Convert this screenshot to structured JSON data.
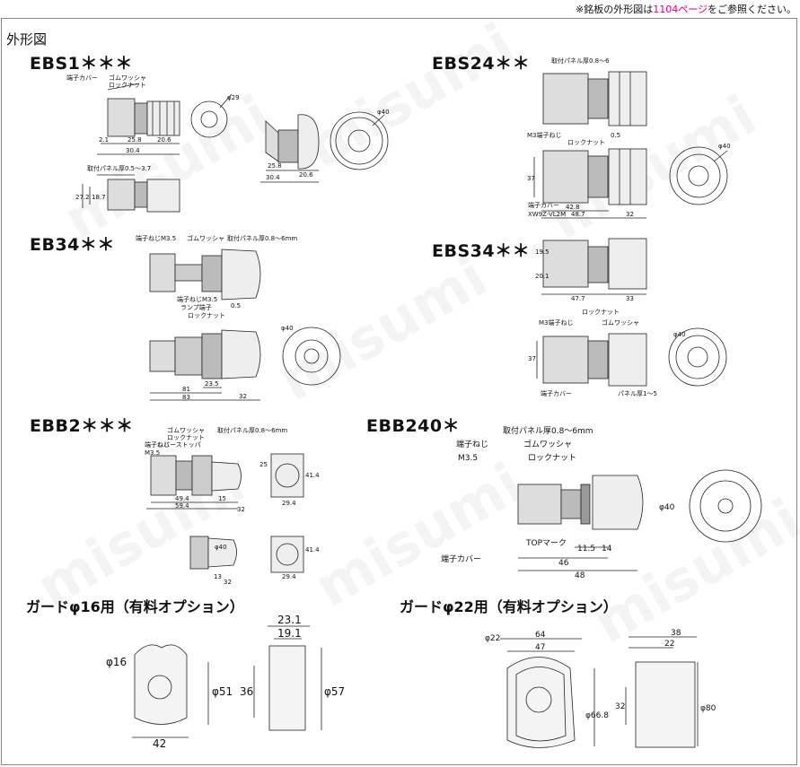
{
  "note": {
    "prefix": "※銘板の外形図は",
    "link": "1104ページ",
    "suffix": "をご参照ください。"
  },
  "section_title": "外形図",
  "models": {
    "ebs1": "EBS1＊＊＊",
    "ebs24": "EBS24＊＊",
    "eb34": "EB34＊＊",
    "ebs34": "EBS34＊＊",
    "ebb2": "EBB2＊＊＊",
    "ebb240": "EBB240＊"
  },
  "guards": {
    "g16": "ガードφ16用（有料オプション）",
    "g22": "ガードφ22用（有料オプション）"
  },
  "labels": {
    "terminal_cover": "端子カバー",
    "rubber_washer": "ゴムワッシャ",
    "lock_nut": "ロックナット",
    "panel": "取付パネル厚0.5～3.7",
    "panel24": "取付パネル厚0.8～6",
    "terminal_screw_m35": "端子ねじM3.5",
    "terminal_screw_m3": "M3端子ねじ",
    "panel_6mm": "取付パネル厚0.8～6mm",
    "lamp_terminal": "ランプ端子",
    "terminal_m35_2": "端子ねじM3.5",
    "xw_cover": "XW9Z-VL2M",
    "panel_thickness": "パネル厚1～5",
    "terminal_screw": "端子ねじ",
    "m35": "M3.5",
    "top_mark": "TOPマーク",
    "lever_stopper": "レバーストッパ"
  },
  "dims": {
    "ebs1": [
      "2.1",
      "25.8",
      "20.6",
      "30.4",
      "27.2",
      "18.7",
      "φ29",
      "25.8",
      "20.6",
      "30.4",
      "φ40"
    ],
    "ebs24": [
      "0.5",
      "37",
      "42.8",
      "48.7",
      "32",
      "φ40"
    ],
    "eb34": [
      "0.5",
      "23.5",
      "32",
      "81",
      "83",
      "φ40"
    ],
    "ebs34": [
      "19.5",
      "20.1",
      "47.7",
      "33",
      "37",
      "φ40"
    ],
    "ebb2": [
      "49.4",
      "59.4",
      "15",
      "32",
      "29.4",
      "25",
      "41.4",
      "29.4",
      "13",
      "32",
      "φ40",
      "41.4"
    ],
    "ebb240": [
      "11.5",
      "14",
      "46",
      "48",
      "φ40"
    ],
    "g16": [
      "23.1",
      "19.1",
      "φ16",
      "φ51",
      "36",
      "φ57",
      "42"
    ],
    "g22": [
      "64",
      "47",
      "φ22",
      "38",
      "22",
      "32",
      "φ66.8",
      "φ80"
    ]
  },
  "watermark": "misumi"
}
